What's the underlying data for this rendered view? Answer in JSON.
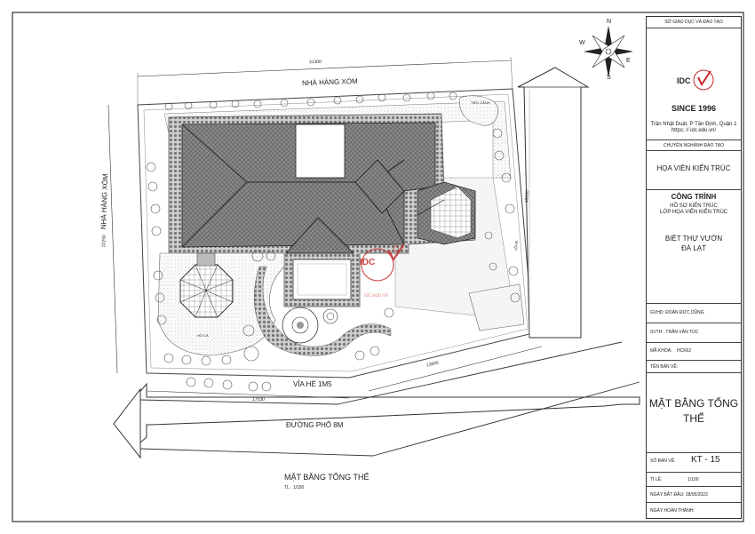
{
  "plan": {
    "neighbor_top": "NHÀ HÀNG XÓM",
    "neighbor_left": "NHÀ HÀNG XÓM",
    "dim_top": "31300",
    "dim_left": "22250",
    "dim_right": "18000",
    "dim_bottom_left": "17530",
    "dim_bottom_right": "13600",
    "sidewalk": "VỈA HÈ 1M5",
    "road": "ĐƯỜNG PHỐ 8M",
    "garden_label": "TIỂU CẢNH",
    "side_label": "LỐI ĐI",
    "pond_label": "HỒ CÁ",
    "watermark": "IDC",
    "watermark_url": "idc.edu.vn",
    "compass": {
      "n": "N",
      "s": "S",
      "e": "E",
      "w": "W"
    }
  },
  "caption": {
    "title": "MẶT BẰNG TỔNG THỂ",
    "scale": "TL : 1/150"
  },
  "title_block": {
    "org": "SỞ GIÁO DỤC VÀ ĐÀO TẠO",
    "logo": "IDC",
    "since": "SINCE 1996",
    "address": "Trần Nhật Duật, P Tân Định, Quận 1",
    "website": "https: // idc.edu.vn/",
    "dept_label": "CHUYÊN NGHÀNH ĐÀO TẠO",
    "dept": "HỌA VIÊN KIẾN TRÚC",
    "project_label": "CÔNG TRÌNH",
    "project_sub1": "HỒ SƠ KIẾN TRÚC",
    "project_sub2": "LỚP HỌA VIÊN KIẾN TRÚC",
    "project_name1": "Biệt Thự Vườn",
    "project_name2": "Đà Lạt",
    "gvhd": "GVHD: ĐOÀN ĐỨC DŨNG",
    "svth": "SVTH : TRẦN VĂN TÚC",
    "course_label": "MÃ KHÓA:",
    "course": "HCK62",
    "drawing_label": "TÊN BẢN VẼ:",
    "drawing_name1": "MẶT BẰNG TỔNG",
    "drawing_name2": "THỂ",
    "sheet_label": "SỐ BẢN VẼ:",
    "sheet": "KT - 15",
    "scale_label": "TỈ LỆ:",
    "scale": "1/100",
    "start_label": "NGÀY BẮT ĐẦU: 28/05/2022",
    "finish_label": "NGÀY HOÀN THÀNH:"
  }
}
